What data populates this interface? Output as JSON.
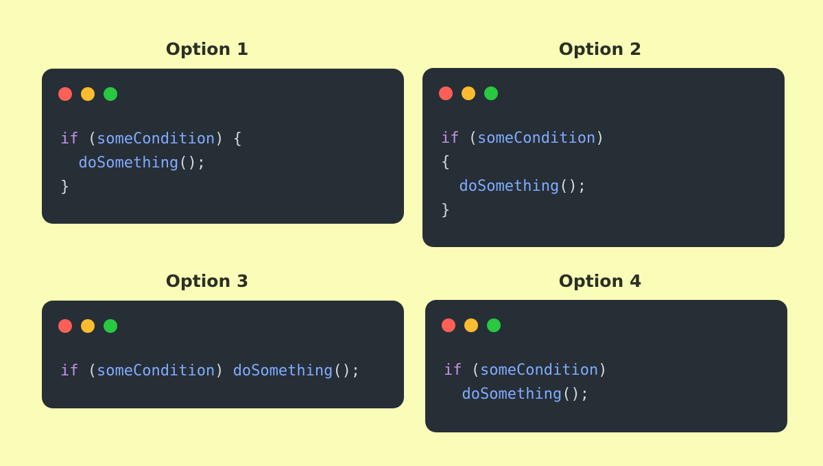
{
  "options": [
    {
      "title": "Option 1",
      "lines": [
        [
          {
            "t": "kw",
            "v": "if"
          },
          {
            "t": "pn",
            "v": " ("
          },
          {
            "t": "id",
            "v": "someCondition"
          },
          {
            "t": "pn",
            "v": ") {"
          }
        ],
        [
          {
            "t": "pn",
            "v": "  "
          },
          {
            "t": "id",
            "v": "doSomething"
          },
          {
            "t": "pn",
            "v": "();"
          }
        ],
        [
          {
            "t": "pn",
            "v": "}"
          }
        ]
      ]
    },
    {
      "title": "Option 2",
      "lines": [
        [
          {
            "t": "kw",
            "v": "if"
          },
          {
            "t": "pn",
            "v": " ("
          },
          {
            "t": "id",
            "v": "someCondition"
          },
          {
            "t": "pn",
            "v": ")"
          }
        ],
        [
          {
            "t": "pn",
            "v": "{"
          }
        ],
        [
          {
            "t": "pn",
            "v": "  "
          },
          {
            "t": "id",
            "v": "doSomething"
          },
          {
            "t": "pn",
            "v": "();"
          }
        ],
        [
          {
            "t": "pn",
            "v": "}"
          }
        ]
      ]
    },
    {
      "title": "Option 3",
      "lines": [
        [
          {
            "t": "kw",
            "v": "if"
          },
          {
            "t": "pn",
            "v": " ("
          },
          {
            "t": "id",
            "v": "someCondition"
          },
          {
            "t": "pn",
            "v": ") "
          },
          {
            "t": "id",
            "v": "doSomething"
          },
          {
            "t": "pn",
            "v": "();"
          }
        ]
      ]
    },
    {
      "title": "Option 4",
      "lines": [
        [
          {
            "t": "kw",
            "v": "if"
          },
          {
            "t": "pn",
            "v": " ("
          },
          {
            "t": "id",
            "v": "someCondition"
          },
          {
            "t": "pn",
            "v": ")"
          }
        ],
        [
          {
            "t": "pn",
            "v": "  "
          },
          {
            "t": "id",
            "v": "doSomething"
          },
          {
            "t": "pn",
            "v": "();"
          }
        ]
      ]
    }
  ],
  "colors": {
    "background": "#fafdb8",
    "window": "#262f36",
    "keyword": "#c792ea",
    "identifier": "#82aaff",
    "punctuation": "#d5d9de",
    "dot_red": "#fe5f57",
    "dot_yellow": "#febc2e",
    "dot_green": "#28c840"
  },
  "icons": [
    "close-dot-icon",
    "minimize-dot-icon",
    "maximize-dot-icon"
  ]
}
